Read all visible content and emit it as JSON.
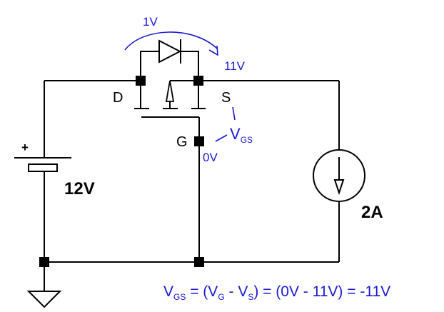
{
  "diagram": {
    "title": "MOSFET body diode conduction with VGS",
    "components": {
      "battery": {
        "label": "12V",
        "plus": "+"
      },
      "current_source": {
        "label": "2A"
      },
      "mosfet": {
        "drain": "D",
        "source": "S",
        "gate": "G"
      }
    },
    "annotations": {
      "diode_drop": "1V",
      "source_voltage": "11V",
      "gate_voltage": "0V",
      "vgs_label": {
        "main": "V",
        "sub": "GS"
      },
      "equation": {
        "parts": [
          {
            "main": "V",
            "sub": "GS"
          },
          {
            "text": " = ("
          },
          {
            "main": "V",
            "sub": "G"
          },
          {
            "text": " - "
          },
          {
            "main": "V",
            "sub": "S"
          },
          {
            "text": ") = (0V - 11V) = -11V"
          }
        ]
      }
    },
    "colors": {
      "annotation": "#1a1ad0",
      "wire": "#000000"
    }
  }
}
